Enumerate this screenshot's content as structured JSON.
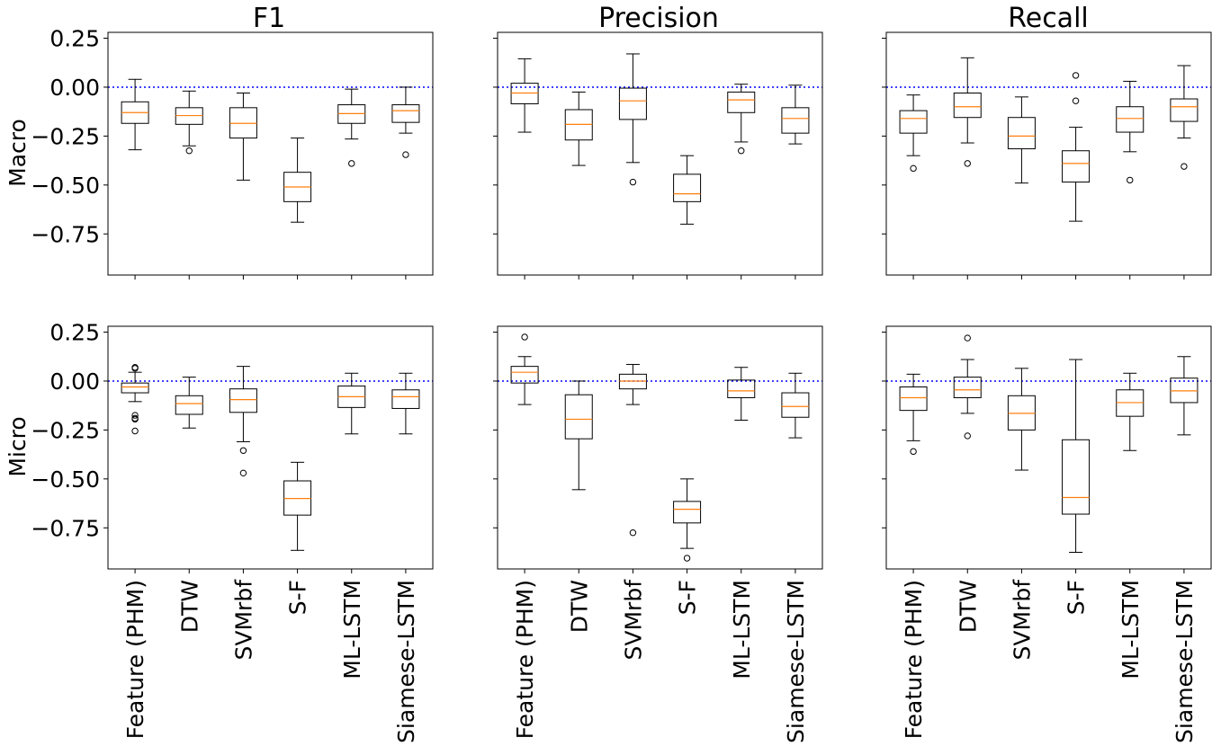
{
  "chart_data": {
    "type": "boxplot",
    "layout": "2x3 grid, shared axes",
    "col_titles": [
      "F1",
      "Precision",
      "Recall"
    ],
    "row_labels": [
      "Macro",
      "Micro"
    ],
    "categories": [
      "Feature (PHM)",
      "DTW",
      "SVMrbf",
      "S-F",
      "ML-LSTM",
      "Siamese-LSTM"
    ],
    "ylim": [
      -0.96,
      0.28
    ],
    "yticks": [
      0.25,
      0.0,
      -0.25,
      -0.5,
      -0.75
    ],
    "ytick_labels": [
      "0.25",
      "0.00",
      "−0.25",
      "−0.50",
      "−0.75"
    ],
    "reference_line": {
      "y": 0.0,
      "color": "#0000ff",
      "style": "dotted"
    },
    "panels": [
      {
        "row": "Macro",
        "col": "F1",
        "boxes": [
          {
            "category": "Feature (PHM)",
            "whislo": -0.32,
            "q1": -0.185,
            "med": -0.13,
            "q3": -0.075,
            "whishi": 0.04,
            "fliers": []
          },
          {
            "category": "DTW",
            "whislo": -0.3,
            "q1": -0.19,
            "med": -0.145,
            "q3": -0.105,
            "whishi": -0.02,
            "fliers": [
              -0.325
            ]
          },
          {
            "category": "SVMrbf",
            "whislo": -0.475,
            "q1": -0.26,
            "med": -0.185,
            "q3": -0.105,
            "whishi": -0.03,
            "fliers": []
          },
          {
            "category": "S-F",
            "whislo": -0.69,
            "q1": -0.585,
            "med": -0.51,
            "q3": -0.435,
            "whishi": -0.26,
            "fliers": []
          },
          {
            "category": "ML-LSTM",
            "whislo": -0.265,
            "q1": -0.185,
            "med": -0.135,
            "q3": -0.09,
            "whishi": -0.01,
            "fliers": [
              -0.39
            ]
          },
          {
            "category": "Siamese-LSTM",
            "whislo": -0.235,
            "q1": -0.18,
            "med": -0.12,
            "q3": -0.09,
            "whishi": 0.0,
            "fliers": [
              -0.345
            ]
          }
        ]
      },
      {
        "row": "Macro",
        "col": "Precision",
        "boxes": [
          {
            "category": "Feature (PHM)",
            "whislo": -0.23,
            "q1": -0.085,
            "med": -0.03,
            "q3": 0.02,
            "whishi": 0.145,
            "fliers": []
          },
          {
            "category": "DTW",
            "whislo": -0.4,
            "q1": -0.27,
            "med": -0.19,
            "q3": -0.115,
            "whishi": -0.025,
            "fliers": []
          },
          {
            "category": "SVMrbf",
            "whislo": -0.385,
            "q1": -0.165,
            "med": -0.07,
            "q3": -0.005,
            "whishi": 0.17,
            "fliers": [
              -0.485
            ]
          },
          {
            "category": "S-F",
            "whislo": -0.7,
            "q1": -0.585,
            "med": -0.545,
            "q3": -0.445,
            "whishi": -0.35,
            "fliers": []
          },
          {
            "category": "ML-LSTM",
            "whislo": -0.28,
            "q1": -0.13,
            "med": -0.065,
            "q3": -0.025,
            "whishi": 0.015,
            "fliers": [
              -0.325
            ]
          },
          {
            "category": "Siamese-LSTM",
            "whislo": -0.29,
            "q1": -0.235,
            "med": -0.16,
            "q3": -0.105,
            "whishi": 0.01,
            "fliers": []
          }
        ]
      },
      {
        "row": "Macro",
        "col": "Recall",
        "boxes": [
          {
            "category": "Feature (PHM)",
            "whislo": -0.35,
            "q1": -0.235,
            "med": -0.16,
            "q3": -0.12,
            "whishi": -0.04,
            "fliers": [
              -0.415
            ]
          },
          {
            "category": "DTW",
            "whislo": -0.285,
            "q1": -0.155,
            "med": -0.1,
            "q3": -0.03,
            "whishi": 0.15,
            "fliers": [
              -0.39
            ]
          },
          {
            "category": "SVMrbf",
            "whislo": -0.49,
            "q1": -0.315,
            "med": -0.25,
            "q3": -0.155,
            "whishi": -0.05,
            "fliers": []
          },
          {
            "category": "S-F",
            "whislo": -0.685,
            "q1": -0.485,
            "med": -0.39,
            "q3": -0.325,
            "whishi": -0.205,
            "fliers": [
              0.06,
              -0.07
            ]
          },
          {
            "category": "ML-LSTM",
            "whislo": -0.33,
            "q1": -0.23,
            "med": -0.16,
            "q3": -0.1,
            "whishi": 0.03,
            "fliers": [
              -0.475
            ]
          },
          {
            "category": "Siamese-LSTM",
            "whislo": -0.26,
            "q1": -0.175,
            "med": -0.1,
            "q3": -0.06,
            "whishi": 0.11,
            "fliers": [
              -0.405
            ]
          }
        ]
      },
      {
        "row": "Micro",
        "col": "F1",
        "boxes": [
          {
            "category": "Feature (PHM)",
            "whislo": -0.105,
            "q1": -0.06,
            "med": -0.03,
            "q3": -0.01,
            "whishi": 0.045,
            "fliers": [
              0.07,
              0.065,
              -0.175,
              -0.19,
              -0.195,
              -0.255
            ]
          },
          {
            "category": "DTW",
            "whislo": -0.24,
            "q1": -0.17,
            "med": -0.115,
            "q3": -0.075,
            "whishi": 0.02,
            "fliers": []
          },
          {
            "category": "SVMrbf",
            "whislo": -0.31,
            "q1": -0.16,
            "med": -0.095,
            "q3": -0.04,
            "whishi": 0.075,
            "fliers": [
              -0.355,
              -0.47
            ]
          },
          {
            "category": "S-F",
            "whislo": -0.865,
            "q1": -0.685,
            "med": -0.6,
            "q3": -0.51,
            "whishi": -0.415,
            "fliers": []
          },
          {
            "category": "ML-LSTM",
            "whislo": -0.27,
            "q1": -0.135,
            "med": -0.08,
            "q3": -0.025,
            "whishi": 0.04,
            "fliers": []
          },
          {
            "category": "Siamese-LSTM",
            "whislo": -0.27,
            "q1": -0.14,
            "med": -0.08,
            "q3": -0.045,
            "whishi": 0.04,
            "fliers": []
          }
        ]
      },
      {
        "row": "Micro",
        "col": "Precision",
        "boxes": [
          {
            "category": "Feature (PHM)",
            "whislo": -0.12,
            "q1": -0.01,
            "med": 0.045,
            "q3": 0.075,
            "whishi": 0.125,
            "fliers": [
              0.225
            ]
          },
          {
            "category": "DTW",
            "whislo": -0.555,
            "q1": -0.295,
            "med": -0.195,
            "q3": -0.07,
            "whishi": 0.0,
            "fliers": []
          },
          {
            "category": "SVMrbf",
            "whislo": -0.12,
            "q1": -0.04,
            "med": 0.0,
            "q3": 0.035,
            "whishi": 0.085,
            "fliers": [
              -0.775
            ]
          },
          {
            "category": "S-F",
            "whislo": -0.855,
            "q1": -0.725,
            "med": -0.655,
            "q3": -0.615,
            "whishi": -0.5,
            "fliers": [
              -0.905
            ]
          },
          {
            "category": "ML-LSTM",
            "whislo": -0.2,
            "q1": -0.085,
            "med": -0.05,
            "q3": 0.005,
            "whishi": 0.07,
            "fliers": []
          },
          {
            "category": "Siamese-LSTM",
            "whislo": -0.29,
            "q1": -0.185,
            "med": -0.13,
            "q3": -0.06,
            "whishi": 0.04,
            "fliers": []
          }
        ]
      },
      {
        "row": "Micro",
        "col": "Recall",
        "boxes": [
          {
            "category": "Feature (PHM)",
            "whislo": -0.305,
            "q1": -0.15,
            "med": -0.085,
            "q3": -0.03,
            "whishi": 0.035,
            "fliers": [
              -0.36
            ]
          },
          {
            "category": "DTW",
            "whislo": -0.165,
            "q1": -0.085,
            "med": -0.045,
            "q3": 0.02,
            "whishi": 0.11,
            "fliers": [
              0.22,
              -0.28
            ]
          },
          {
            "category": "SVMrbf",
            "whislo": -0.455,
            "q1": -0.25,
            "med": -0.165,
            "q3": -0.075,
            "whishi": 0.065,
            "fliers": []
          },
          {
            "category": "S-F",
            "whislo": -0.875,
            "q1": -0.68,
            "med": -0.595,
            "q3": -0.3,
            "whishi": 0.11,
            "fliers": []
          },
          {
            "category": "ML-LSTM",
            "whislo": -0.355,
            "q1": -0.18,
            "med": -0.11,
            "q3": -0.045,
            "whishi": 0.04,
            "fliers": []
          },
          {
            "category": "Siamese-LSTM",
            "whislo": -0.275,
            "q1": -0.11,
            "med": -0.05,
            "q3": 0.015,
            "whishi": 0.125,
            "fliers": []
          }
        ]
      }
    ],
    "colors": {
      "box": "#000000",
      "median": "#ff7f0e",
      "reference": "#0000ff",
      "background": "#ffffff"
    }
  }
}
